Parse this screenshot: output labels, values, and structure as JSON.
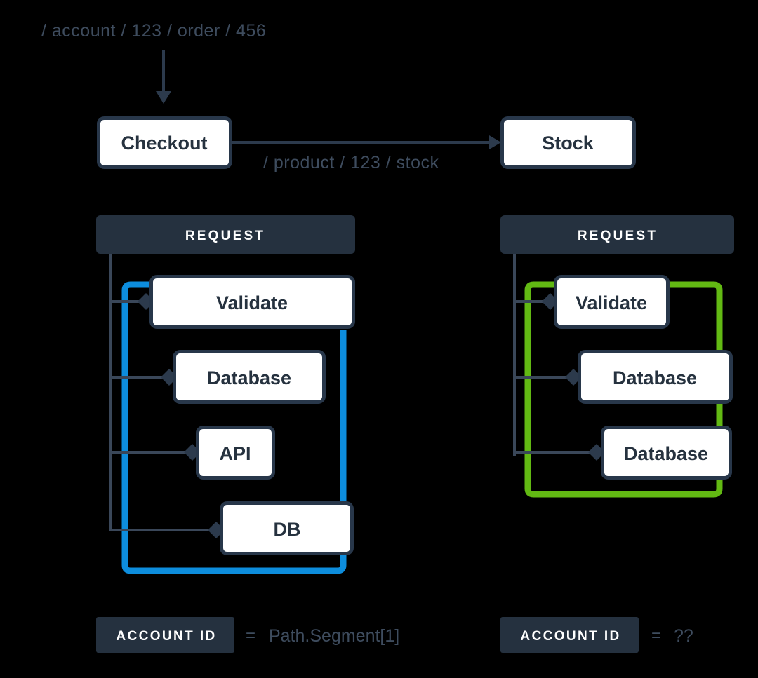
{
  "theme": {
    "background": "#000000",
    "box_fill": "#ffffff",
    "box_stroke": "#28374a",
    "header_fill": "#25313f",
    "accent_blue": "#0d8ddd",
    "accent_green": "#62b913",
    "connector": "#3a4759",
    "muted_text": "#3e4c5e",
    "node_text": "#26323f"
  },
  "top": {
    "incoming_request_path": "/ account / 123 / order / 456",
    "source_node": "Checkout",
    "edge_label": "/ product / 123 / stock",
    "target_node": "Stock"
  },
  "panels": [
    {
      "id": "left",
      "header": "REQUEST",
      "accent": "#0d8ddd",
      "steps": [
        {
          "label": "Validate"
        },
        {
          "label": "Database"
        },
        {
          "label": "API"
        },
        {
          "label": "DB"
        }
      ],
      "footer": {
        "badge": "ACCOUNT ID",
        "equals": "=",
        "value": "Path.Segment[1]"
      }
    },
    {
      "id": "right",
      "header": "REQUEST",
      "accent": "#62b913",
      "steps": [
        {
          "label": "Validate"
        },
        {
          "label": "Database"
        },
        {
          "label": "Database"
        }
      ],
      "footer": {
        "badge": "ACCOUNT ID",
        "equals": "=",
        "value": "??"
      }
    }
  ]
}
